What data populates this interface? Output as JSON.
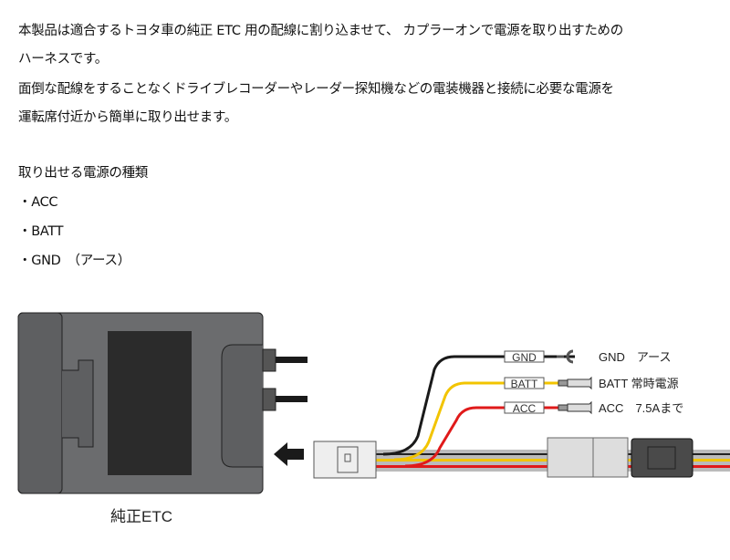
{
  "intro": {
    "line1": "本製品は適合するトヨタ車の純正 ETC 用の配線に割り込ませて、 カプラーオンで電源を取り出すための",
    "line2": "ハーネスです。",
    "line3": "面倒な配線をすることなくドライブレコーダーやレーダー探知機などの電装機器と接続に必要な電源を",
    "line4": "運転席付近から簡単に取り出せます。"
  },
  "power": {
    "heading": "取り出せる電源の種類",
    "items": [
      "・ACC",
      "・BATT",
      "・GND　（アース）"
    ]
  },
  "diagram": {
    "etc_label": "純正ETC",
    "wires": [
      {
        "tag": "GND",
        "desc": "GND　アース",
        "color": "#1a1a1a"
      },
      {
        "tag": "BATT",
        "desc": "BATT 常時電源",
        "color": "#f2c400"
      },
      {
        "tag": "ACC",
        "desc": "ACC　7.5Aまで",
        "color": "#e01a1a"
      }
    ]
  }
}
